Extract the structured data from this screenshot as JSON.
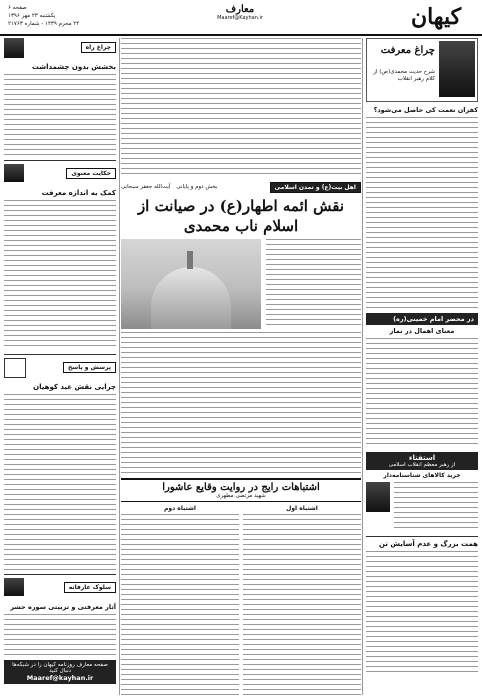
{
  "header": {
    "logo": "کیهان",
    "section_title": "معارف",
    "url": "Maaref@Kayhan.ir",
    "meta_line1": "صفحه ۶",
    "meta_line2": "یکشنبه ۲۳ مهر ۱۳۹۶",
    "meta_line3": "۲۴ محرم ۱۴۳۹ - شماره ۲۱۷۶۳"
  },
  "right_col": {
    "banner_title": "چراغ معرفت",
    "banner_sub": "شرح حدیث محمدی(ص) از کلام رهبر انقلاب",
    "q_title": "کفران نعمت کی حاصل می‌شود؟",
    "box2_head": "در محضر امام خمینی(ره)",
    "box2_title": "معنای اهمال در نماز",
    "box3_head1": "استفتاء",
    "box3_head2": "از رهبر معظم انقلاب اسلامی",
    "box3_title": "خرید کالاهای شناسنامه‌دار",
    "bottom_title": "همت بزرگ و عدم آسایش تن"
  },
  "center": {
    "subhead_left": "بخش دوم و پایانی",
    "subhead_author": "آیت‌الله جعفر سبحانی",
    "subhead_main": "اهل بیت(ع) و تمدن اسلامی",
    "headline": "نقش ائمه اطهار(ع) در صیانت از اسلام ناب محمدی",
    "article2_title": "اشتباهات رایج در روایت وقایع عاشورا",
    "article2_author": "شهید مرتضی مطهری",
    "sub_a": "اشتباه اول",
    "sub_b": "اشتباه دوم"
  },
  "left_col": {
    "h1": "چراغ راه",
    "t1": "بخشش بدون چشمداشت",
    "h2": "حکایت معنوی",
    "t2": "کمک به اندازه معرفت",
    "h3": "پرسش و پاسخ",
    "t3": "چرایی نقش عید کوهیان",
    "h4": "سلوک عارفانه",
    "t4": "آثار معرفتی و تربیتی سوره حشر",
    "footer_text": "صفحه معارف روزنامه کیهان را در شبکه‌ها دنبال کنید",
    "footer_url": "Maaref@kayhan.ir"
  }
}
